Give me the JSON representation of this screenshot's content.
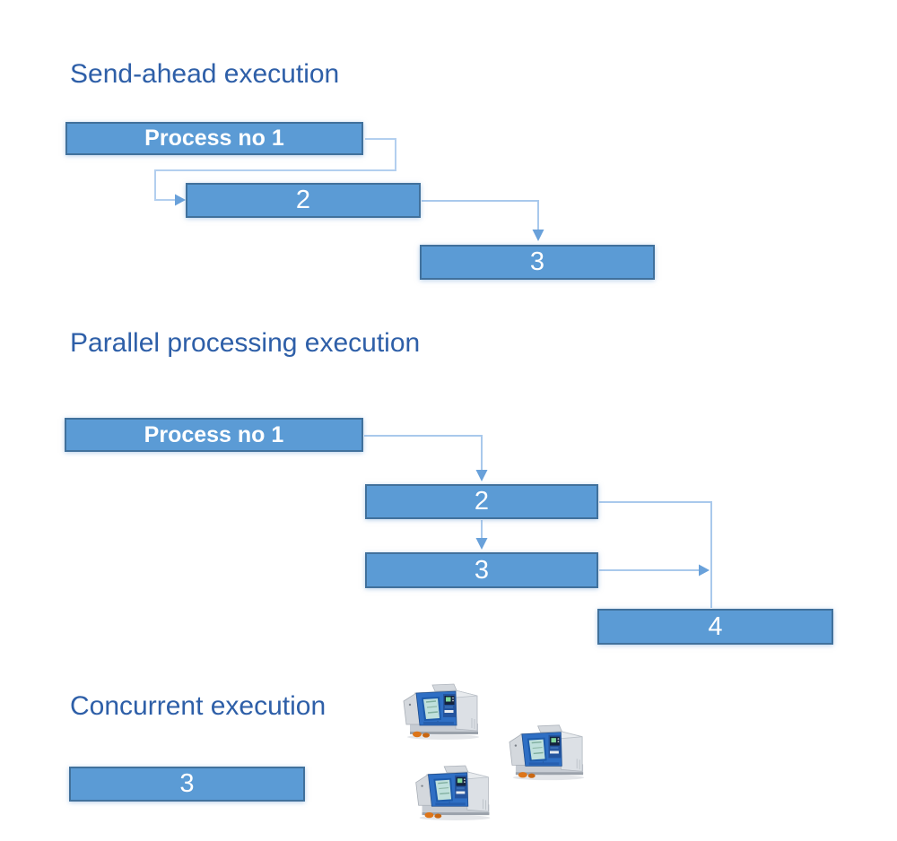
{
  "slide": {
    "background_color": "#FFFFFF",
    "title_color": "#2E5FA8",
    "bar_fill_color": "#5B9BD5",
    "bar_border_color": "#41719C",
    "bar_text_color": "#FFFFFF",
    "connector_color": "#A9C9EC",
    "arrowhead_color": "#69A1DA"
  },
  "sections": [
    {
      "title": "Send-ahead execution",
      "bars": [
        {
          "label": "Process no 1"
        },
        {
          "label": "2"
        },
        {
          "label": "3"
        }
      ]
    },
    {
      "title": "Parallel processing execution",
      "bars": [
        {
          "label": "Process no 1"
        },
        {
          "label": "2"
        },
        {
          "label": "3"
        },
        {
          "label": "4"
        }
      ]
    },
    {
      "title": "Concurrent execution",
      "bars": [
        {
          "label": "3"
        }
      ],
      "machines": {
        "icon": "cnc-machine-icon",
        "count": 3
      }
    }
  ]
}
